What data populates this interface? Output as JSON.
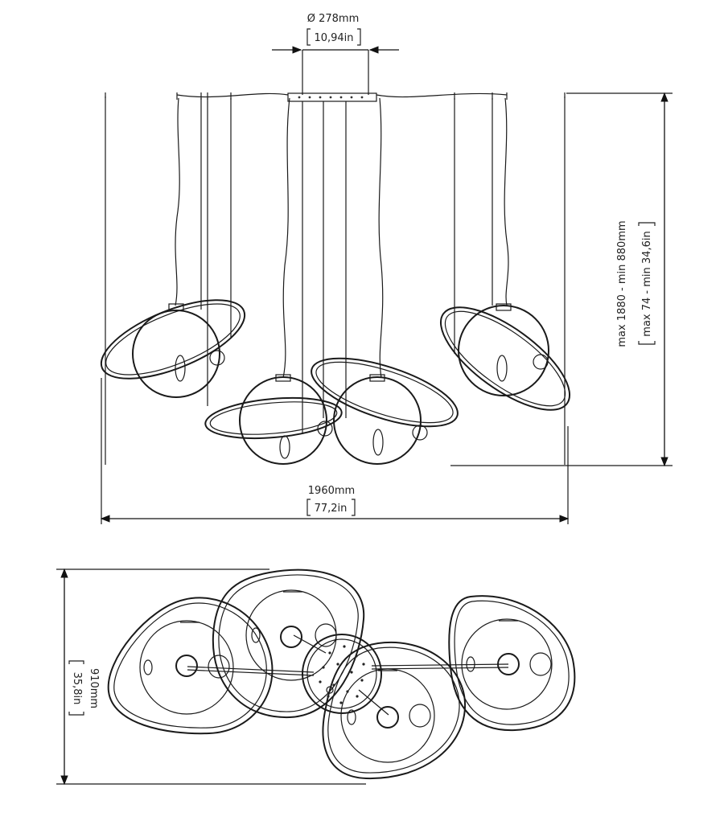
{
  "dimensions": {
    "canopy_diameter_mm": "Ø 278mm",
    "canopy_diameter_in": "10,94in",
    "height_mm": "max 1880 - min 880mm",
    "height_in": "max 74 - min 34,6in",
    "width_mm": "1960mm",
    "width_in": "77,2in",
    "depth_mm": "910mm",
    "depth_in": "35,8in"
  }
}
